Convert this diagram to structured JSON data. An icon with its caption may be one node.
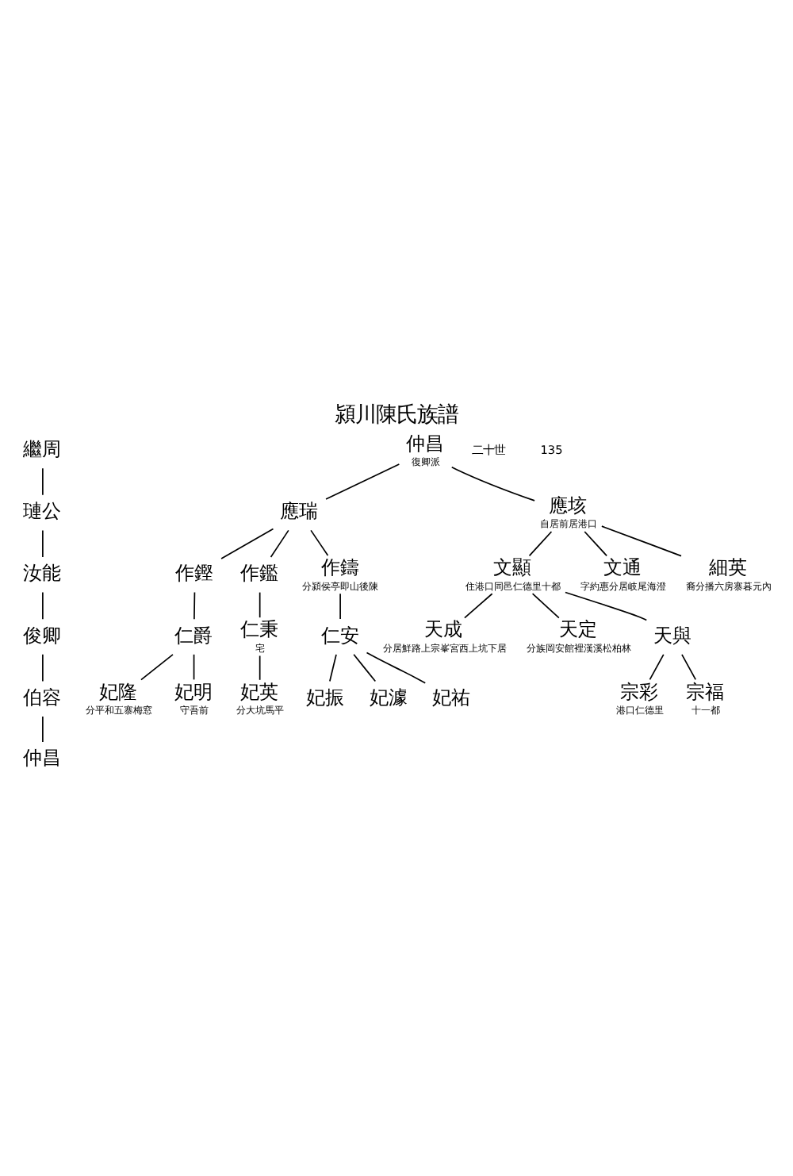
{
  "diagram": {
    "title": "潁川陳氏族譜",
    "nodes": [
      {
        "text": [
          "繼周"
        ]
      },
      {
        "text": [
          "璉公"
        ]
      },
      {
        "text": [
          "汝能"
        ]
      },
      {
        "text": [
          "俊卿"
        ]
      },
      {
        "text": [
          "伯容"
        ]
      },
      {
        "text": [
          "仲昌"
        ]
      },
      {
        "text": [
          "仲昌"
        ],
        "beside": [
          "復卿派"
        ]
      },
      {
        "text": [
          "應瑞"
        ]
      },
      {
        "text": [
          "應垓"
        ],
        "beside": [
          "自居前居港口"
        ]
      },
      {
        "text": [
          "作鏗"
        ]
      },
      {
        "text": [
          "作鑑"
        ]
      },
      {
        "text": [
          "作鑄"
        ],
        "beside": [
          "分潁侯亭即山後陳"
        ]
      },
      {
        "text": [
          "文顯"
        ],
        "beside": [
          "住港口同邑仁德里十都"
        ]
      },
      {
        "text": [
          "文通"
        ],
        "beside": [
          "字約惠分居岐尾海澄"
        ]
      },
      {
        "text": [
          "細英"
        ],
        "beside": [
          "裔分播六房寨暮元內"
        ]
      },
      {
        "text": [
          "仁爵"
        ]
      },
      {
        "text": [
          "仁秉"
        ],
        "beside": [
          "宅"
        ]
      },
      {
        "text": [
          "仁安"
        ]
      },
      {
        "text": [
          "天成"
        ],
        "beside": [
          "分居鮮路上宗峯宮西上坑下居"
        ]
      },
      {
        "text": [
          "天定"
        ],
        "beside": [
          "分族岡安館裡漢溪松柏林"
        ]
      },
      {
        "text": [
          "天與"
        ]
      },
      {
        "text": [
          "妃隆"
        ],
        "beside": [
          "分平和五寨梅窓"
        ]
      },
      {
        "text": [
          "妃明"
        ],
        "beside": [
          "守吾前"
        ]
      },
      {
        "text": [
          "妃英"
        ],
        "beside": [
          "分大坑馬平"
        ]
      },
      {
        "text": [
          "妃振"
        ]
      },
      {
        "text": [
          "妃澽"
        ]
      },
      {
        "text": [
          "妃祐"
        ]
      },
      {
        "text": [
          "宗彩"
        ],
        "beside": [
          "港口仁德里"
        ]
      },
      {
        "text": [
          "宗福"
        ],
        "beside": [
          "十一都"
        ]
      }
    ],
    "edges": [
      {
        "from": 0,
        "to": 1,
        "arrow": "none"
      },
      {
        "from": 1,
        "to": 2,
        "arrow": "none"
      },
      {
        "from": 2,
        "to": 3,
        "arrow": "none"
      },
      {
        "from": 3,
        "to": 4,
        "arrow": "none"
      },
      {
        "from": 4,
        "to": 5,
        "arrow": "none"
      },
      {
        "from": 6,
        "to": 7,
        "arrow": "none"
      },
      {
        "from": 6,
        "to": 8,
        "arrow": "none"
      },
      {
        "from": 7,
        "to": 9,
        "arrow": "none"
      },
      {
        "from": 7,
        "to": 10,
        "arrow": "none"
      },
      {
        "from": 7,
        "to": 11,
        "arrow": "none"
      },
      {
        "from": 8,
        "to": 12,
        "arrow": "none"
      },
      {
        "from": 8,
        "to": 13,
        "arrow": "none"
      },
      {
        "from": 8,
        "to": 14,
        "arrow": "none"
      },
      {
        "from": 9,
        "to": 15,
        "arrow": "none"
      },
      {
        "from": 10,
        "to": 16,
        "arrow": "none"
      },
      {
        "from": 11,
        "to": 17,
        "arrow": "none"
      },
      {
        "from": 12,
        "to": 18,
        "arrow": "none"
      },
      {
        "from": 12,
        "to": 19,
        "arrow": "none"
      },
      {
        "from": 12,
        "to": 20,
        "arrow": "none"
      },
      {
        "from": 15,
        "to": 21,
        "arrow": "none"
      },
      {
        "from": 15,
        "to": 22,
        "arrow": "none"
      },
      {
        "from": 16,
        "to": 23,
        "arrow": "none"
      },
      {
        "from": 17,
        "to": 24,
        "arrow": "none"
      },
      {
        "from": 17,
        "to": 25,
        "arrow": "none"
      },
      {
        "from": 17,
        "to": 26,
        "arrow": "none"
      },
      {
        "from": 20,
        "to": 27,
        "arrow": "none"
      },
      {
        "from": 20,
        "to": 28,
        "arrow": "none"
      }
    ],
    "labels": [
      "二十世",
      "135"
    ]
  }
}
